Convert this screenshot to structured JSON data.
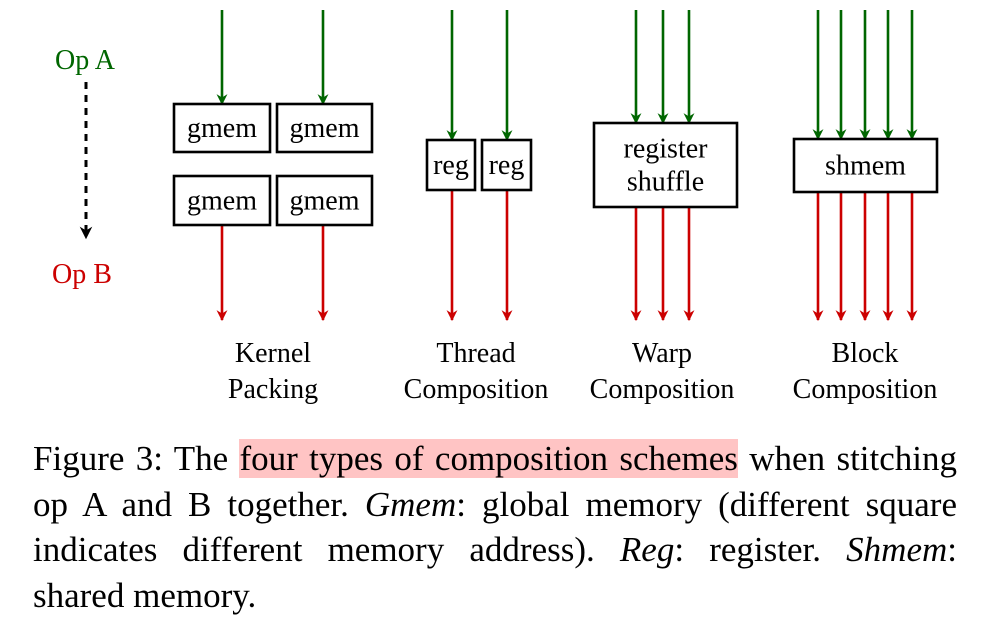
{
  "colors": {
    "op_a": "#006600",
    "op_b": "#cc0000",
    "legend_arrow": "#000000",
    "highlight": "#ffc4c4",
    "box_stroke": "#000000"
  },
  "legend": {
    "op_a_label": "Op A",
    "op_b_label": "Op B",
    "arrow_style": "dashed"
  },
  "groups": [
    {
      "id": "kernel-packing",
      "label_lines": [
        "Kernel",
        "Packing"
      ],
      "lanes": 2,
      "boxes": [
        {
          "label_lines": [
            "gmem"
          ]
        },
        {
          "label_lines": [
            "gmem"
          ]
        },
        {
          "label_lines": [
            "gmem"
          ]
        },
        {
          "label_lines": [
            "gmem"
          ]
        }
      ]
    },
    {
      "id": "thread-composition",
      "label_lines": [
        "Thread",
        "Composition"
      ],
      "lanes": 2,
      "boxes": [
        {
          "label_lines": [
            "reg"
          ]
        },
        {
          "label_lines": [
            "reg"
          ]
        }
      ]
    },
    {
      "id": "warp-composition",
      "label_lines": [
        "Warp",
        "Composition"
      ],
      "lanes": 3,
      "boxes": [
        {
          "label_lines": [
            "register",
            "shuffle"
          ]
        }
      ]
    },
    {
      "id": "block-composition",
      "label_lines": [
        "Block",
        "Composition"
      ],
      "lanes": 5,
      "boxes": [
        {
          "label_lines": [
            "shmem"
          ]
        }
      ]
    }
  ],
  "caption": {
    "prefix": "Figure 3: The ",
    "highlighted": "four types of composition schemes",
    "part1": " when stitching op A and B together. ",
    "gmem_term": "Gmem",
    "gmem_def": ": global memory (different square indicates different memory address). ",
    "reg_term": "Reg",
    "reg_def": ": register. ",
    "shmem_term": "Shmem",
    "shmem_def": ": shared memory."
  }
}
